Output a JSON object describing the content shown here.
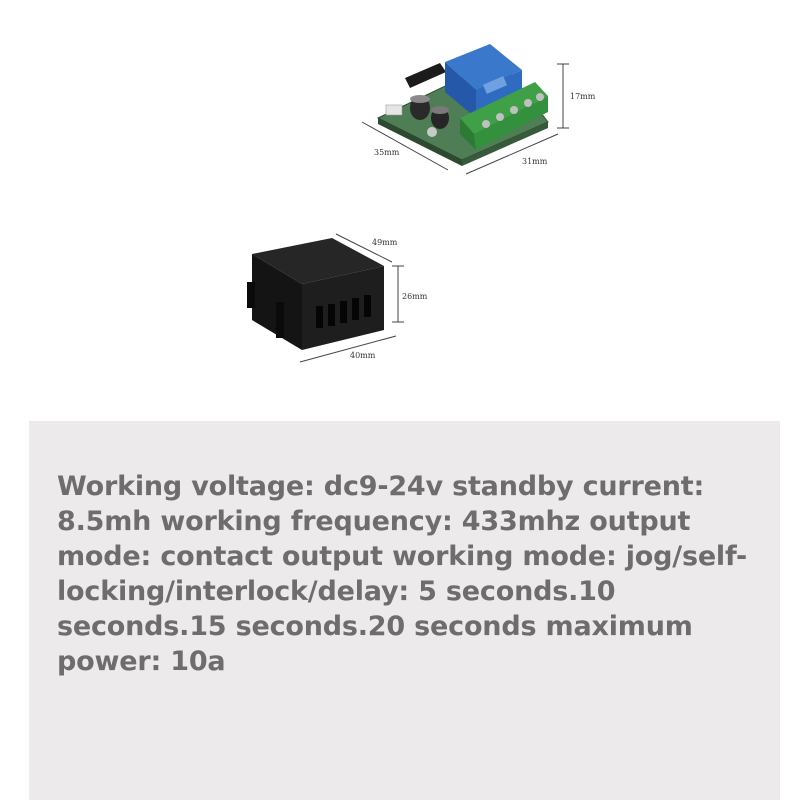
{
  "dimensions": {
    "pcb_height": "17mm",
    "pcb_length": "35mm",
    "pcb_width": "31mm",
    "case_width": "49mm",
    "case_height": "26mm",
    "case_length": "40mm"
  },
  "specs_text": "Working voltage: dc9-24v standby current: 8.5mh working frequency: 433mhz output mode: contact output working mode: jog/self-locking/interlock/delay: 5 seconds.10 seconds.15 seconds.20 seconds maximum power: 10a"
}
